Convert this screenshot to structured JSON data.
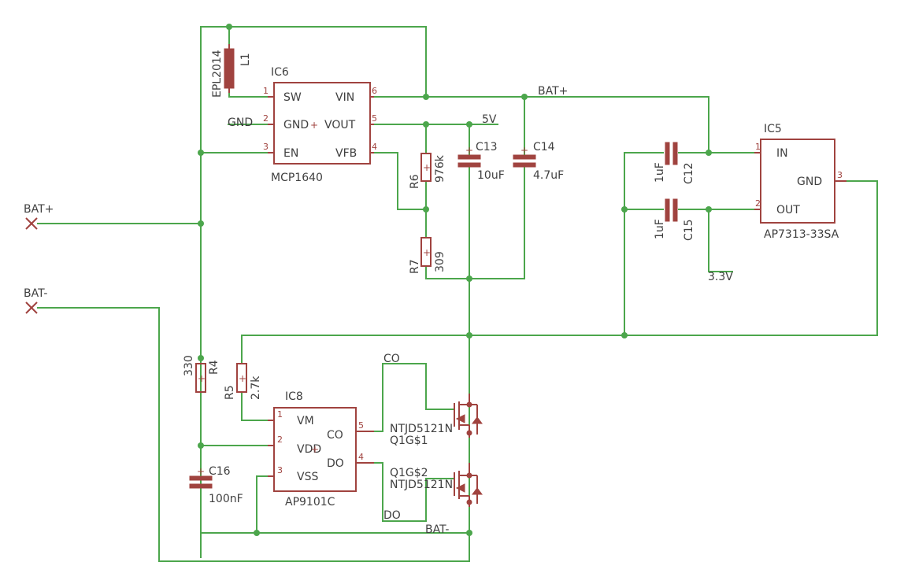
{
  "nets": {
    "bat_plus_top": "BAT+",
    "bat_plus_conn": "BAT+",
    "bat_minus_conn": "BAT-",
    "bat_minus_bottom": "BAT-",
    "gnd": "GND",
    "v5": "5V",
    "v33": "3.3V",
    "co": "CO",
    "do": "DO"
  },
  "parts": {
    "ic6": {
      "name": "IC6",
      "value": "MCP1640",
      "pins": {
        "sw": "SW",
        "gnd": "GND",
        "en": "EN",
        "vin": "VIN",
        "vout": "VOUT",
        "vfb": "VFB"
      },
      "pin_nums": [
        "1",
        "2",
        "3",
        "6",
        "5",
        "4"
      ]
    },
    "ic5": {
      "name": "IC5",
      "value": "AP7313-33SA",
      "pins": {
        "in": "IN",
        "gnd": "GND",
        "out": "OUT"
      },
      "pin_nums": [
        "1",
        "3",
        "2"
      ]
    },
    "ic8": {
      "name": "IC8",
      "value": "AP9101C",
      "pins": {
        "vm": "VM",
        "vdd": "VDD",
        "vss": "VSS",
        "co": "CO",
        "do": "DO"
      },
      "pin_nums": [
        "1",
        "2",
        "3",
        "5",
        "4"
      ]
    },
    "l1": {
      "name": "L1",
      "value": "EPL2014"
    },
    "r6": {
      "name": "R6",
      "value": "976k"
    },
    "r7": {
      "name": "R7",
      "value": "309"
    },
    "r4": {
      "name": "R4",
      "value": "330"
    },
    "r5": {
      "name": "R5",
      "value": "2.7k"
    },
    "c13": {
      "name": "C13",
      "value": "10uF"
    },
    "c14": {
      "name": "C14",
      "value": "4.7uF"
    },
    "c12": {
      "name": "C12",
      "value": "1uF"
    },
    "c15": {
      "name": "C15",
      "value": "1uF"
    },
    "c16": {
      "name": "C16",
      "value": "100nF"
    },
    "q1": {
      "name": "Q1G$1",
      "value": "NTJD5121N"
    },
    "q2": {
      "name": "Q1G$2",
      "value": "NTJD5121N"
    }
  }
}
